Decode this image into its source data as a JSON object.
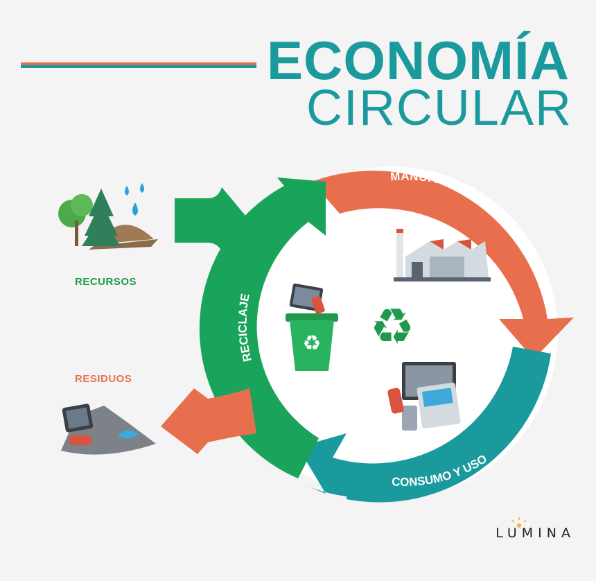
{
  "title": {
    "line1": "ECONOMÍA",
    "line2": "CIRCULAR"
  },
  "cycle": {
    "stage_manufactura": "MANUFACTURA",
    "stage_consumo": "CONSUMO Y USO",
    "stage_reciclaje": "RECICLAJE"
  },
  "inputs": {
    "recursos": "RECURSOS",
    "residuos": "RESIDUOS"
  },
  "brand": {
    "logo": "LUMINA"
  },
  "colors": {
    "teal": "#1a9a9d",
    "orange": "#e86f4e",
    "green": "#1f9a4d",
    "background": "#f4f4f4"
  },
  "icons": [
    "trees-water-icon",
    "factory-icon",
    "devices-icon",
    "recycle-bin-icon",
    "recycle-symbol-icon",
    "waste-pile-icon"
  ]
}
